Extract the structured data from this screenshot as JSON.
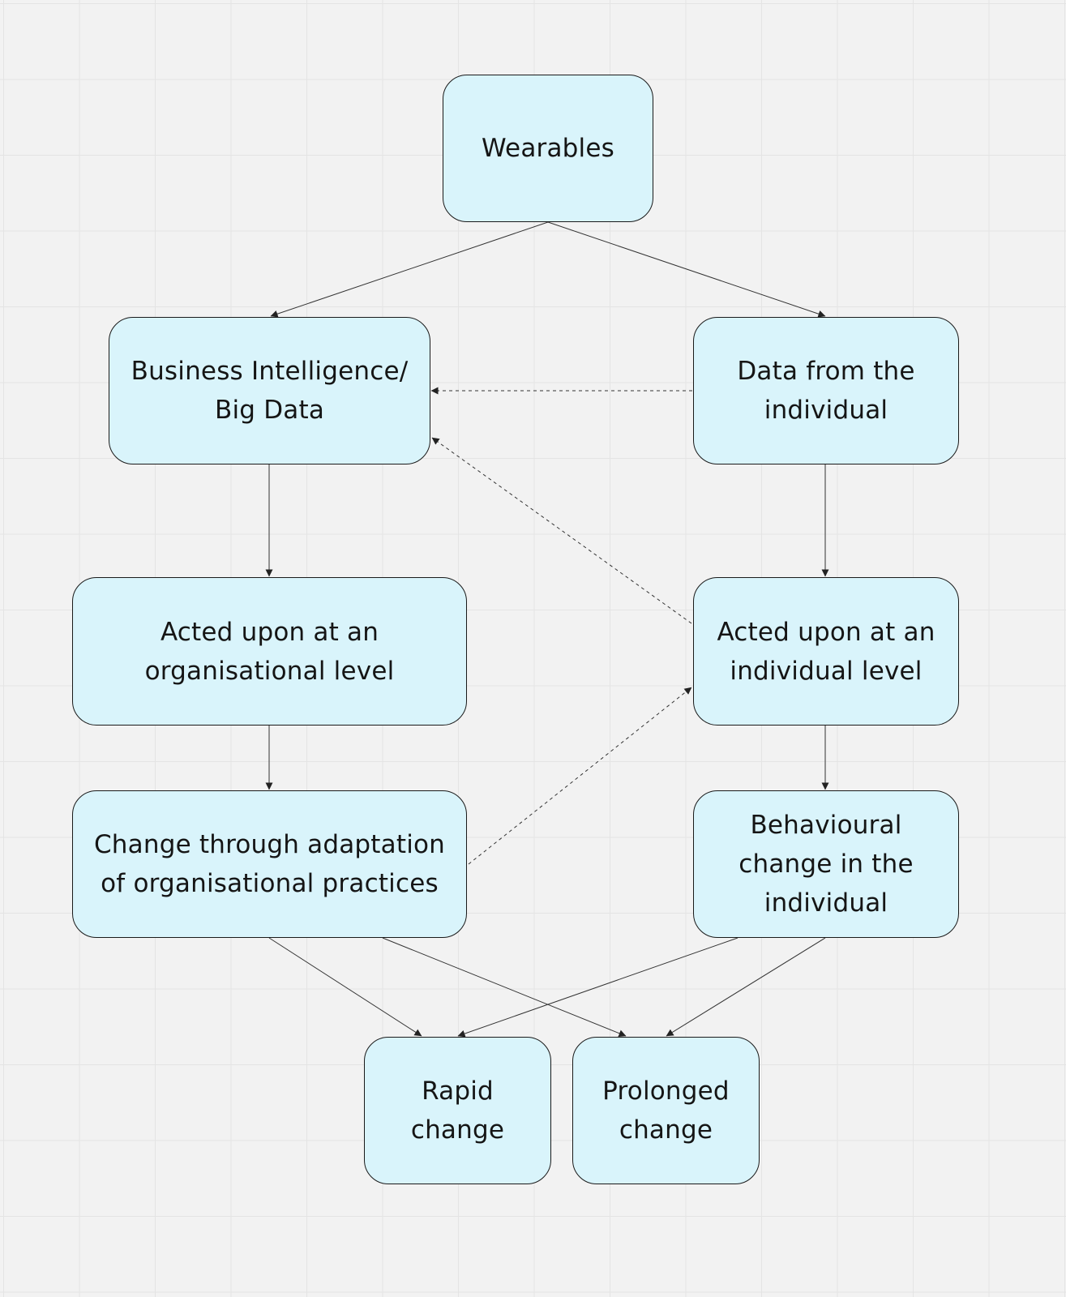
{
  "colors": {
    "background": "#f2f2f2",
    "grid": "#e4e4e4",
    "node_fill": "#d9f4fb",
    "node_border": "#1a1a1a",
    "edge": "#333333"
  },
  "nodes": {
    "wearables": {
      "label": "Wearables"
    },
    "big_data": {
      "label": "Business Intelligence/ Big Data"
    },
    "individual_data": {
      "label": "Data from the individual"
    },
    "org_level": {
      "label": "Acted upon at an organisational level"
    },
    "individual_level": {
      "label": "Acted upon at an individual level"
    },
    "org_change": {
      "label": "Change through adaptation of organisational practices"
    },
    "behavioural_change": {
      "label": "Behavioural change in the individual"
    },
    "rapid": {
      "label": "Rapid change"
    },
    "prolonged": {
      "label": "Prolonged change"
    }
  },
  "edges": [
    {
      "from": "wearables",
      "to": "big_data",
      "style": "solid"
    },
    {
      "from": "wearables",
      "to": "individual_data",
      "style": "solid"
    },
    {
      "from": "individual_data",
      "to": "big_data",
      "style": "dashed"
    },
    {
      "from": "big_data",
      "to": "org_level",
      "style": "solid"
    },
    {
      "from": "individual_data",
      "to": "individual_level",
      "style": "solid"
    },
    {
      "from": "individual_level",
      "to": "big_data",
      "style": "dashed"
    },
    {
      "from": "org_level",
      "to": "org_change",
      "style": "solid"
    },
    {
      "from": "individual_level",
      "to": "behavioural_change",
      "style": "solid"
    },
    {
      "from": "org_change",
      "to": "individual_level",
      "style": "dashed"
    },
    {
      "from": "org_change",
      "to": "rapid",
      "style": "solid"
    },
    {
      "from": "org_change",
      "to": "prolonged",
      "style": "solid"
    },
    {
      "from": "behavioural_change",
      "to": "rapid",
      "style": "solid"
    },
    {
      "from": "behavioural_change",
      "to": "prolonged",
      "style": "solid"
    }
  ]
}
